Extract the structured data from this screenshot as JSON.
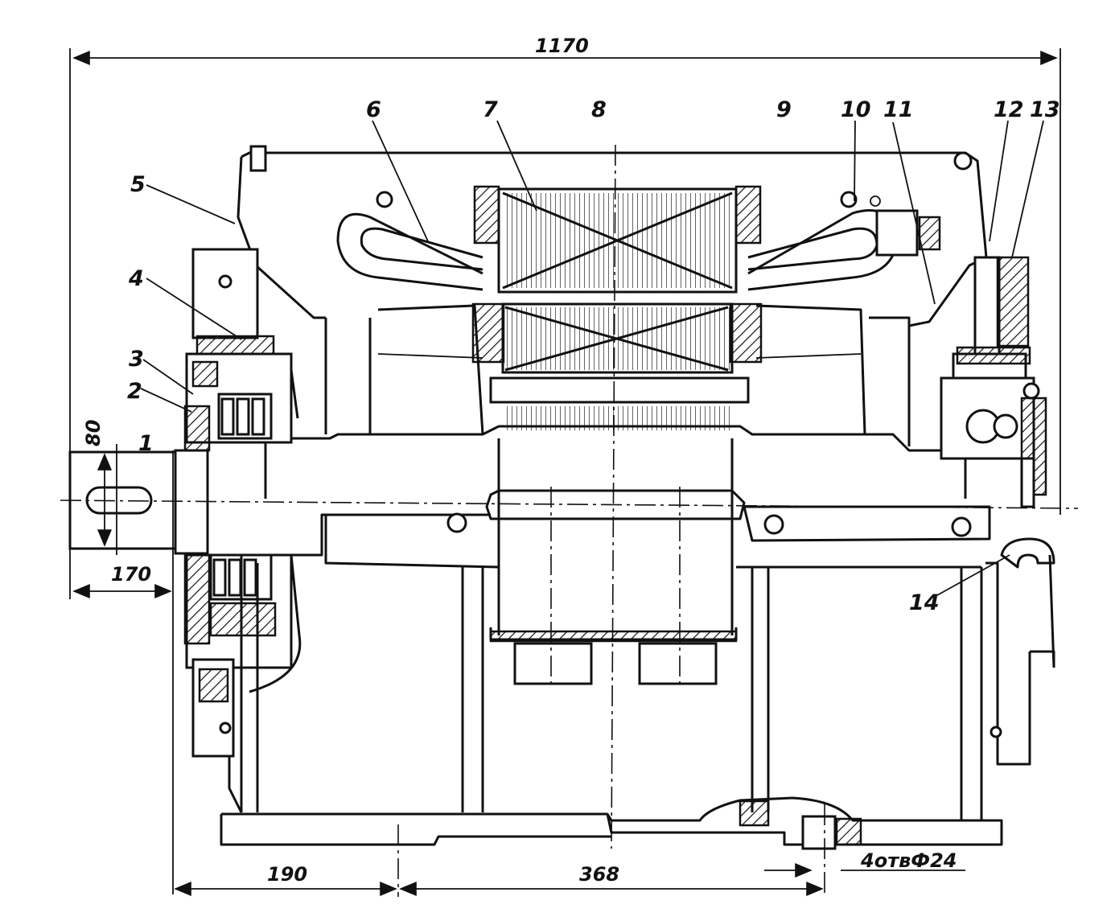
{
  "callouts": [
    {
      "id": "1",
      "text": "1"
    },
    {
      "id": "2",
      "text": "2"
    },
    {
      "id": "3",
      "text": "3"
    },
    {
      "id": "4",
      "text": "4"
    },
    {
      "id": "5",
      "text": "5"
    },
    {
      "id": "6",
      "text": "6"
    },
    {
      "id": "7",
      "text": "7"
    },
    {
      "id": "8",
      "text": "8"
    },
    {
      "id": "9",
      "text": "9"
    },
    {
      "id": "10",
      "text": "10"
    },
    {
      "id": "11",
      "text": "11"
    },
    {
      "id": "12",
      "text": "12"
    },
    {
      "id": "13",
      "text": "13"
    },
    {
      "id": "14",
      "text": "14"
    }
  ],
  "dimensions": {
    "overall_length": "1170",
    "shaft_extension": "170",
    "shaft_diameter": "80",
    "foot_offset": "190",
    "foot_spacing": "368",
    "mounting_holes": "4отвФ24"
  }
}
